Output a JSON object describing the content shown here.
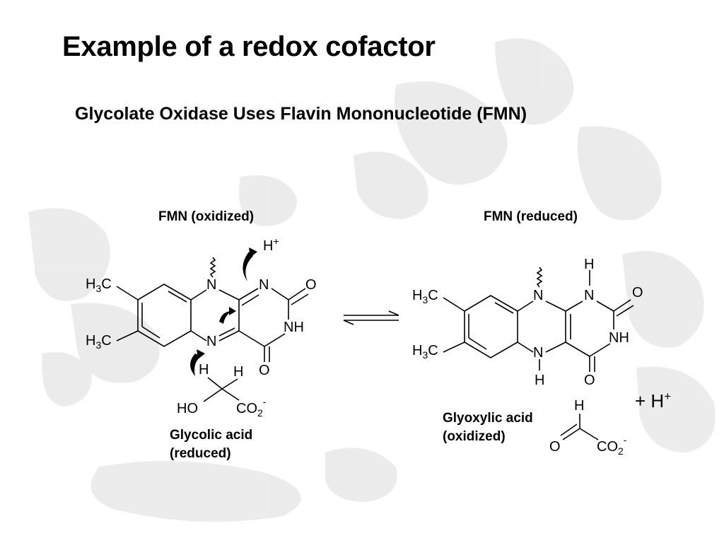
{
  "title": "Example of a redox cofactor",
  "subtitle": "Glycolate Oxidase Uses Flavin Mononucleotide (FMN)",
  "labels": {
    "fmn_oxidized": "FMN (oxidized)",
    "fmn_reduced": "FMN (reduced)",
    "glycolic_acid_line1": "Glycolic acid",
    "glycolic_acid_line2": "(reduced)",
    "glyoxylic_acid_line1": "Glyoxylic acid",
    "glyoxylic_acid_line2": "(oxidized)"
  },
  "atoms": {
    "carbon_methyl": "H",
    "methyl_sub": "3",
    "methyl_c": "C",
    "nitrogen": "N",
    "oxygen": "O",
    "nh": "NH",
    "hydrogen": "H",
    "plus_sup": "+",
    "ho": "HO",
    "co": "CO",
    "co_sub": "2",
    "minus_sup": "-",
    "plus_h": "+ H",
    "plus_h_sup": "+"
  },
  "colors": {
    "text": "#000000",
    "background": "#ffffff",
    "watermark": "#c8c8c8"
  }
}
